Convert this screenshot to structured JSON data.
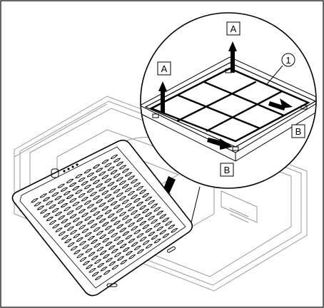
{
  "labels": {
    "pull_up": "A",
    "slide_in": "B",
    "callout_number": "1"
  },
  "colors": {
    "line": "#000000",
    "housing_stroke": "#9a9a9a",
    "background": "#ffffff"
  },
  "items": {
    "frame_border": "frame",
    "ceiling_housing": "housing",
    "front_grille": "grille",
    "zoom_circle": "magnifier",
    "filter": "filter-callout-1"
  }
}
